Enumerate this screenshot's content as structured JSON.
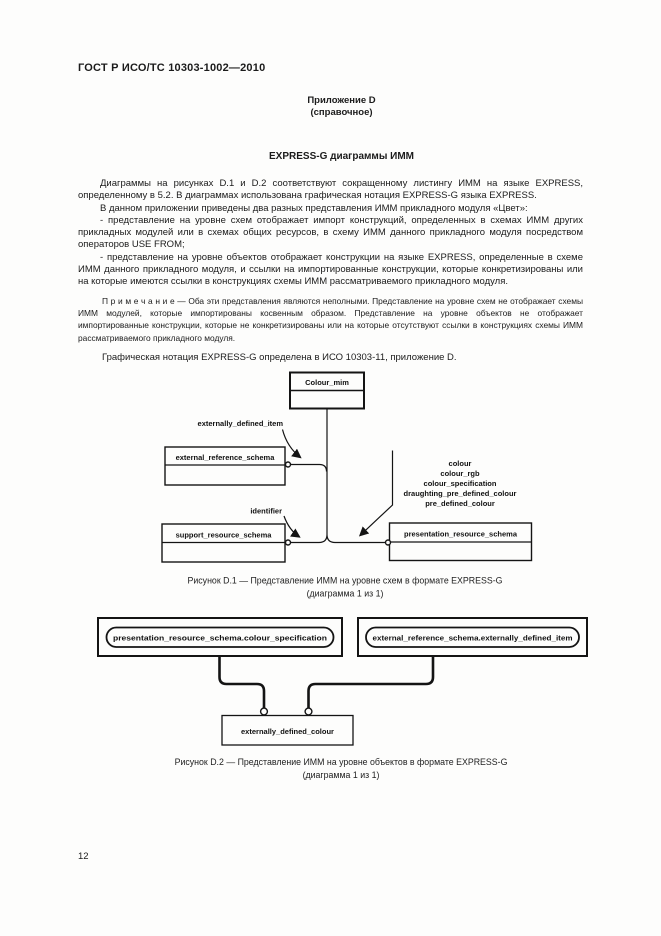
{
  "page": {
    "header": "ГОСТ Р ИСО/ТС 10303-1002—2010",
    "page_number": "12"
  },
  "annex": {
    "label": "Приложение D",
    "kind": "(справочное)",
    "title": "EXPRESS-G диаграммы ИММ"
  },
  "paragraphs": {
    "p1": "Диаграммы на рисунках D.1 и D.2 соответствуют сокращенному листингу ИММ на языке EXPRESS, определенному в 5.2. В диаграммах использована графическая нотация EXPRESS-G языка EXPRESS.",
    "p2": "В данном приложении приведены два разных представления ИММ прикладного модуля «Цвет»:",
    "bullet1": "- представление на уровне схем отображает импорт конструкций, определенных в схемах ИММ других прикладных модулей или в схемах общих ресурсов, в схему ИММ данного прикладного модуля посредством операторов USE FROM;",
    "bullet2": "- представление на уровне объектов отображает конструкции на языке EXPRESS, определенные в схеме ИММ данного прикладного модуля, и ссылки на импортированные конструкции, которые конкретизированы или на которые имеются ссылки в конструкциях схемы ИММ рассматриваемого прикладного модуля.",
    "note": "П р и м е ч а н и е — Оба эти представления являются неполными. Представление на уровне схем не отображает схемы ИММ модулей, которые импортированы косвенным образом. Представление на уровне объектов не отображает импортированные конструкции, которые не конкретизированы или на которые отсутствуют ссылки в конструкциях схемы ИММ рассматриваемого прикладного модуля.",
    "p3": "Графическая нотация EXPRESS-G определена в ИСО 10303-11, приложение D."
  },
  "fig_d1": {
    "colour_mim": "Colour_mim",
    "external_reference_schema": "external_reference_schema",
    "support_resource_schema": "support_resource_schema",
    "presentation_resource_schema": "presentation_resource_schema",
    "label_externally_defined_item": "externally_defined_item",
    "label_identifier": "identifier",
    "interface_list": [
      "colour",
      "colour_rgb",
      "colour_specification",
      "draughting_pre_defined_colour",
      "pre_defined_colour"
    ],
    "caption_line1": "Рисунок  D.1 — Представление ИММ на уровне схем в формате EXPRESS-G",
    "caption_line2": "(диаграмма 1 из 1)"
  },
  "fig_d2": {
    "left_node": "presentation_resource_schema.colour_specification",
    "right_node": "external_reference_schema.externally_defined_item",
    "bottom_node": "externally_defined_colour",
    "caption_line1": "Рисунок  D.2 — Представление ИММ на уровне объектов в формате EXPRESS-G",
    "caption_line2": "(диаграмма 1 из 1)"
  }
}
